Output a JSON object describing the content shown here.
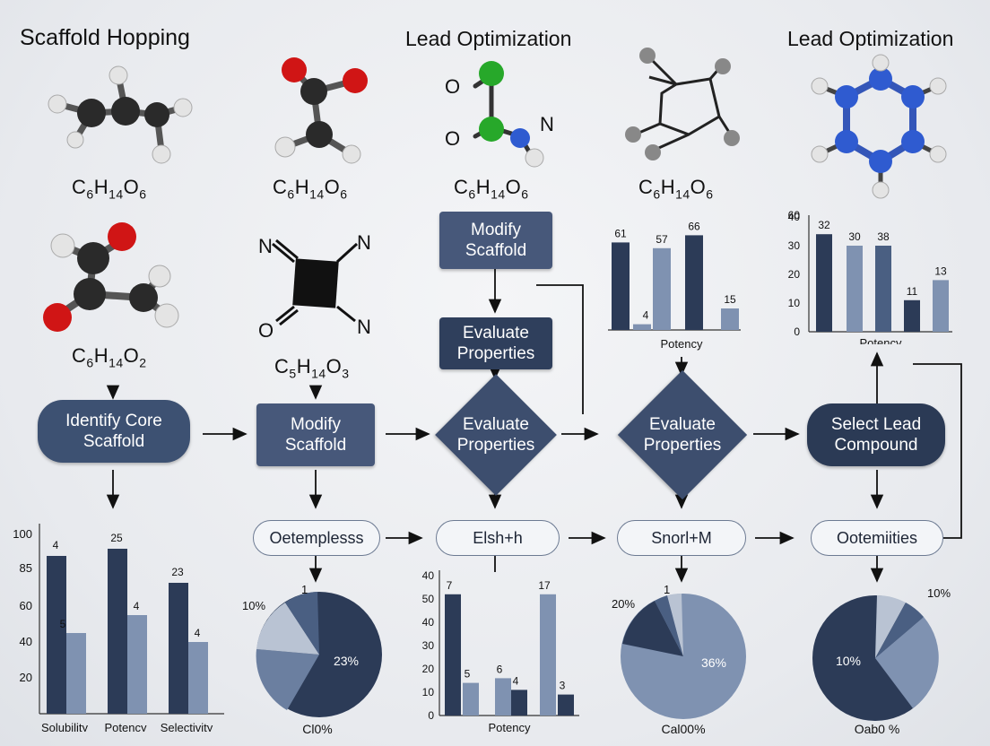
{
  "titles": {
    "left": "Scaffold Hopping",
    "center": "Lead Optimization",
    "right": "Lead Optimization"
  },
  "formulas": [
    {
      "main": "C",
      "s1": "6",
      "h": "H",
      "s2": "14",
      "o": "O",
      "s3": "6"
    },
    {
      "main": "C",
      "s1": "6",
      "h": "H",
      "s2": "14",
      "o": "O",
      "s3": "6"
    },
    {
      "main": "C",
      "s1": "6",
      "h": "H",
      "s2": "14",
      "o": "O",
      "s3": "6"
    },
    {
      "main": "C",
      "s1": "6",
      "h": "H",
      "s2": "14",
      "o": "O",
      "s3": "6"
    },
    {
      "main": "C",
      "s1": "6",
      "h": "H",
      "s2": "14",
      "o": "O",
      "s3": "2"
    },
    {
      "main": "C",
      "s1": "5",
      "h": "H",
      "s2": "14",
      "o": "O",
      "s3": "3"
    }
  ],
  "atom_labels": {
    "o1": "O",
    "o2": "O",
    "n1": "N",
    "n2": "N",
    "n3": "N",
    "n4": "N",
    "o3": "O"
  },
  "flow": {
    "identify": "Identify Core Scaffold",
    "modify_main": "Modify Scaffold",
    "modify_top": "Modify Scaffold",
    "evaluate_top": "Evaluate Properties",
    "evaluate_d1": "Evaluate Properties",
    "evaluate_d2": "Evaluate Properties",
    "select": "Select Lead Compound"
  },
  "pills": [
    "Oetemplesss",
    "Elsh+h",
    "Snorl+M",
    "Ootemiities"
  ],
  "colors": {
    "dark_navy": "#2b3a55",
    "mid_blue": "#4a5f82",
    "light_blue": "#7f92b1",
    "pale": "#b9c3d3",
    "carbon": "#222222",
    "oxygen": "#d61515",
    "hydrogen": "#e6e6e6",
    "nitrogen": "#2f5bd0",
    "chlorine": "#27a82a"
  },
  "chart_data": [
    {
      "id": "bar-top-left",
      "type": "bar",
      "xlabel": "Potency",
      "values": [
        61,
        4,
        57,
        66,
        15
      ],
      "labels": [
        "61",
        "4",
        "57",
        "66",
        "15"
      ]
    },
    {
      "id": "bar-top-right",
      "type": "bar",
      "xlabel": "Potency",
      "yticks": [
        "0",
        "10",
        "20",
        "30",
        "40"
      ],
      "ytick_top": "60",
      "values": [
        34,
        30,
        30,
        11,
        18
      ],
      "labels": [
        "32",
        "30",
        "38",
        "11",
        "13"
      ]
    },
    {
      "id": "bar-bottom-left",
      "type": "bar",
      "categories": [
        "Solubility",
        "Potency",
        "Selectivity"
      ],
      "yticks": [
        "20",
        "40",
        "60",
        "85",
        "100"
      ],
      "series_values": [
        [
          88,
          92,
          73
        ],
        [
          45,
          55,
          40
        ]
      ],
      "labels": [
        [
          "4",
          "25",
          "23"
        ],
        [
          "5",
          "4",
          "4"
        ]
      ]
    },
    {
      "id": "bar-bottom-middle",
      "type": "bar",
      "xlabel": "Potency",
      "yticks": [
        "0",
        "10",
        "20",
        "30",
        "40",
        "50",
        "40"
      ],
      "values": [
        52,
        14,
        16,
        11,
        52,
        9
      ],
      "labels": [
        "7",
        "5",
        "6",
        "4",
        "17",
        "3"
      ]
    },
    {
      "id": "pie-1",
      "type": "pie",
      "labels": {
        "a": "10%",
        "b": "1",
        "center": "23%",
        "bottom": "Cl0%"
      }
    },
    {
      "id": "pie-2",
      "type": "pie",
      "labels": {
        "a": "20%",
        "b": "1",
        "center": "36%",
        "bottom": "Cal00%"
      }
    },
    {
      "id": "pie-3",
      "type": "pie",
      "labels": {
        "a": "10%",
        "center": "10%",
        "bottom": "Oab0 %"
      }
    }
  ]
}
